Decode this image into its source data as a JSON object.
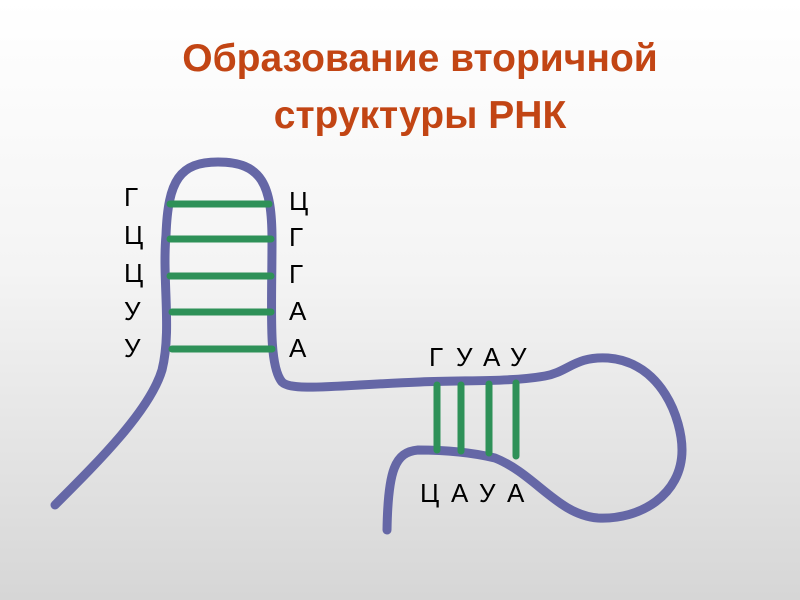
{
  "title": {
    "line1": "Образование вторичной",
    "line2": "структуры РНК"
  },
  "colors": {
    "title": "#c24514",
    "strand": "#6567a6",
    "bonds": "#2e9158",
    "text": "#000000"
  },
  "hairpin": {
    "left_bases": [
      "Г",
      "Ц",
      "Ц",
      "У",
      "У"
    ],
    "right_bases": [
      "Ц",
      "Г",
      "Г",
      "А",
      "А"
    ]
  },
  "loop": {
    "top_bases": [
      "Г",
      "У",
      "А",
      "У"
    ],
    "bottom_bases": [
      "Ц",
      "А",
      "У",
      "А"
    ]
  }
}
